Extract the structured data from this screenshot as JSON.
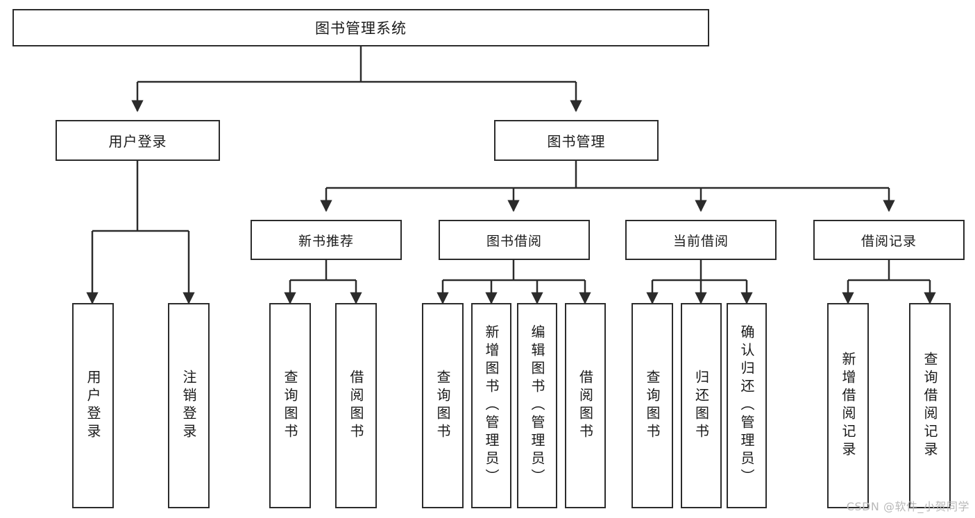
{
  "diagram": {
    "title": "图书管理系统",
    "watermark": "CSDN @软件_小贺同学",
    "colors": {
      "box_border": "#2b2b2b",
      "connector": "#2b2b2b",
      "background": "#ffffff",
      "text": "#1a1a1a",
      "watermark": "#b9b9b9"
    },
    "root": {
      "label": "图书管理系统"
    },
    "level2": [
      {
        "label": "用户登录"
      },
      {
        "label": "图书管理"
      }
    ],
    "level3": [
      {
        "label": "新书推荐"
      },
      {
        "label": "图书借阅"
      },
      {
        "label": "当前借阅"
      },
      {
        "label": "借阅记录"
      }
    ],
    "leaves": {
      "user_login": [
        {
          "label": "用户登录"
        },
        {
          "label": "注销登录"
        }
      ],
      "new_book_recommend": [
        {
          "label": "查询图书"
        },
        {
          "label": "借阅图书"
        }
      ],
      "book_borrow": [
        {
          "label": "查询图书"
        },
        {
          "label": "新增图书（管理员）"
        },
        {
          "label": "编辑图书（管理员）"
        },
        {
          "label": "借阅图书"
        }
      ],
      "current_borrow": [
        {
          "label": "查询图书"
        },
        {
          "label": "归还图书"
        },
        {
          "label": "确认归还（管理员）"
        }
      ],
      "borrow_record": [
        {
          "label": "新增借阅记录"
        },
        {
          "label": "查询借阅记录"
        }
      ]
    }
  }
}
